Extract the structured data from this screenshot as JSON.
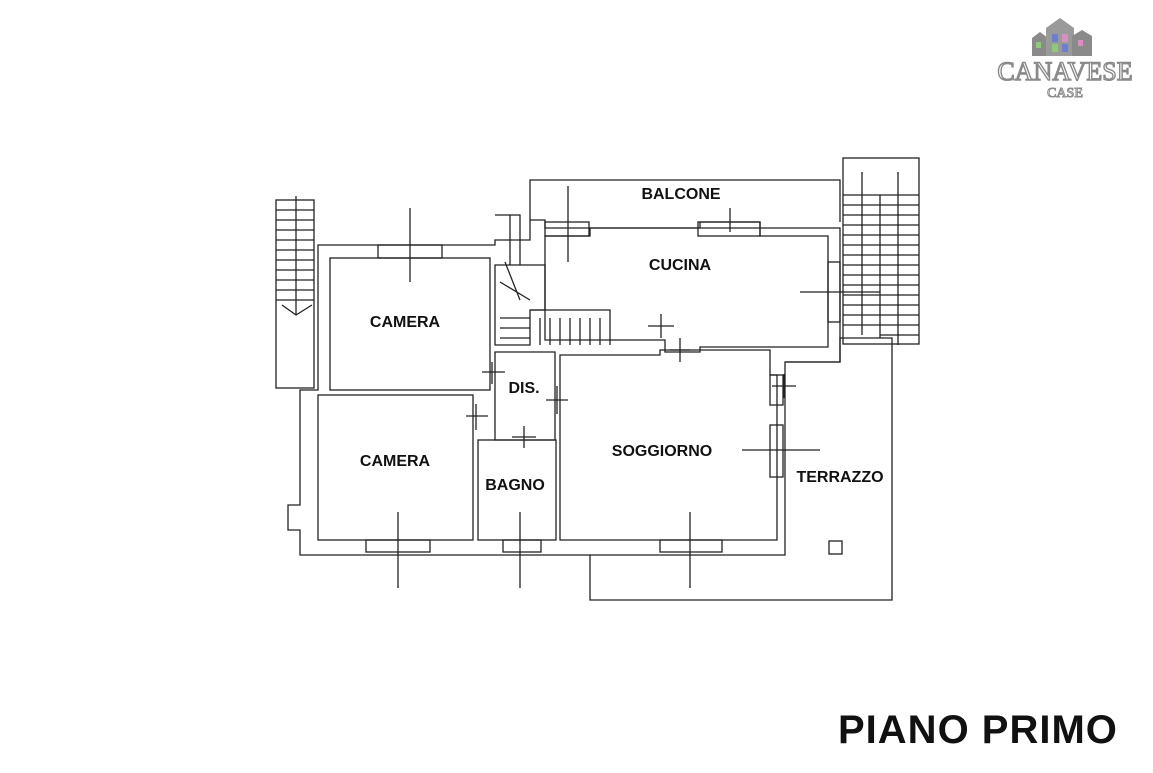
{
  "plan": {
    "title": "PIANO PRIMO",
    "rooms": {
      "balcone": "BALCONE",
      "cucina": "CUCINA",
      "camera_top": "CAMERA",
      "camera_bottom": "CAMERA",
      "dis": "DIS.",
      "bagno": "BAGNO",
      "soggiorno": "SOGGIORNO",
      "terrazzo": "TERRAZZO"
    }
  },
  "logo": {
    "brand": "CANAVESE",
    "sub": "CASE",
    "colors": {
      "gray": "#8a8a8a",
      "blue": "#6f7fd0",
      "green": "#8fc97a",
      "pink": "#d98fc0"
    }
  },
  "colors": {
    "line": "#222222",
    "background": "#ffffff"
  }
}
